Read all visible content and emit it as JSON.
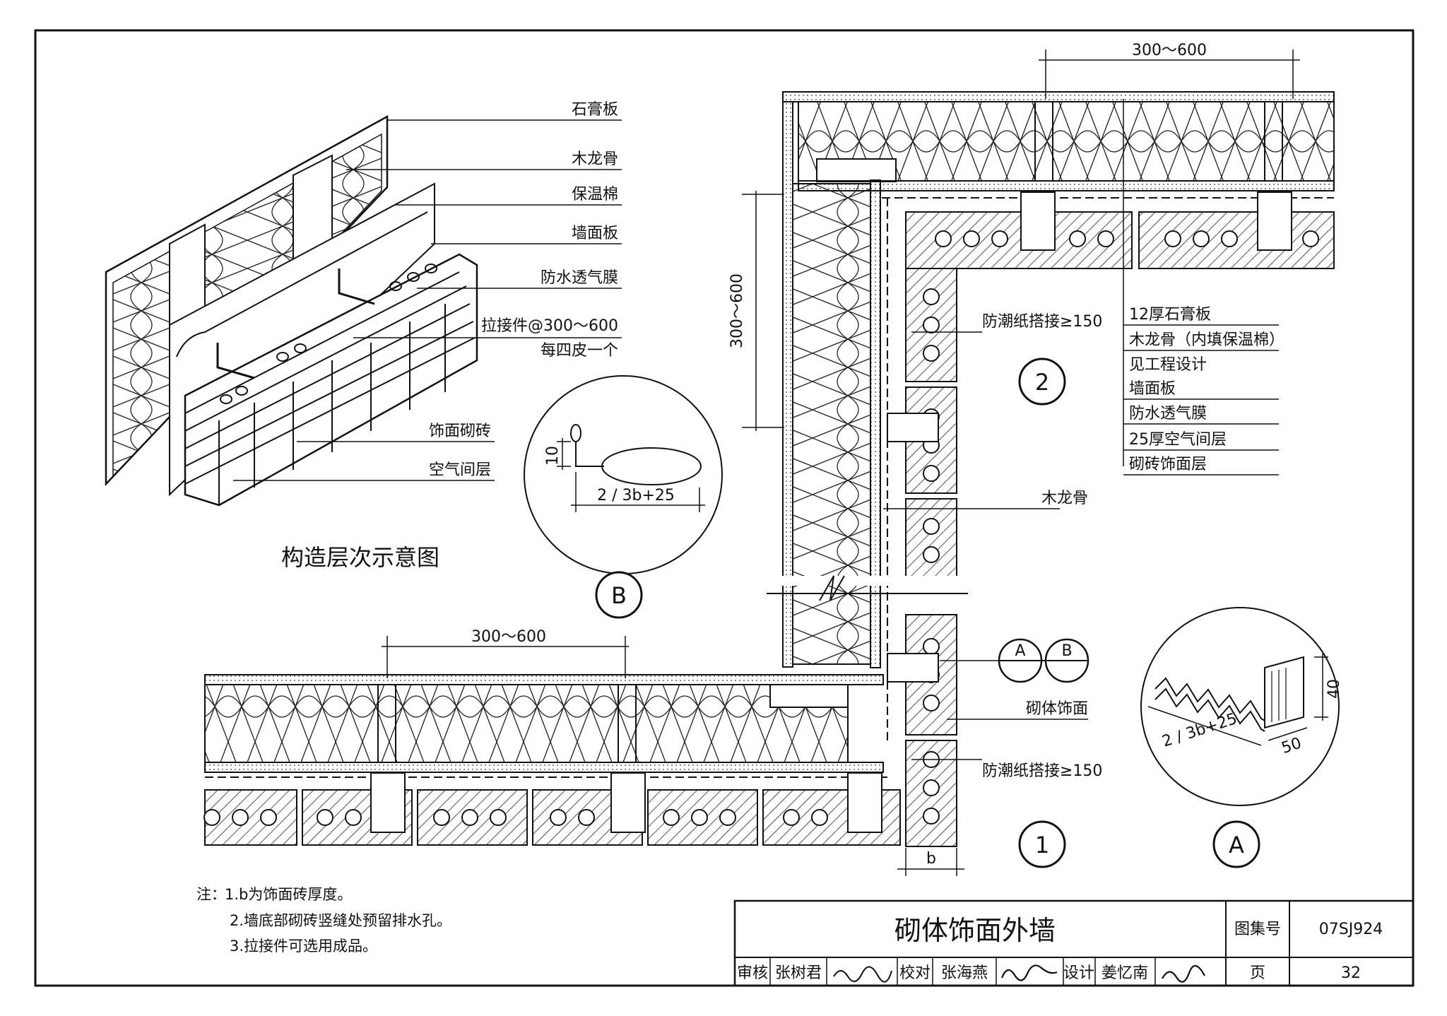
{
  "axonometric": {
    "caption": "构造层次示意图",
    "labels": {
      "gypsum": "石膏板",
      "stud": "木龙骨",
      "insulation": "保温棉",
      "sheathing": "墙面板",
      "membrane": "防水透气膜",
      "tie_line1": "拉接件@300～600",
      "tie_line2": "每四皮一个",
      "veneer": "饰面砌砖",
      "air_gap": "空气间层"
    }
  },
  "detail_b": {
    "marker": "B",
    "dim_10": "10",
    "dim_len": "2 / 3b+25"
  },
  "detail_a": {
    "marker": "A",
    "dim_len": "2 / 3b+25",
    "dim_40": "40",
    "dim_50": "50"
  },
  "plan": {
    "top_spacing": "300～600",
    "side_spacing": "300～600",
    "bottom_spacing": "300～600",
    "lap_top": "防潮纸搭接≥150",
    "lap_bottom": "防潮纸搭接≥150",
    "marker_1": "1",
    "marker_2": "2",
    "stud_label": "木龙骨",
    "veneer_label": "砌体饰面",
    "callout_a": "A",
    "callout_b": "B",
    "dim_b": "b",
    "layers": [
      "12厚石膏板",
      "木龙骨（内填保温棉）",
      "见工程设计",
      "墙面板",
      "防水透气膜",
      "25厚空气间层",
      "砌砖饰面层"
    ]
  },
  "notes": {
    "prefix": "注：",
    "items": [
      "1.b为饰面砖厚度。",
      "2.墙底部砌砖竖缝处预留排水孔。",
      "3.拉接件可选用成品。"
    ]
  },
  "title_block": {
    "title": "砌体饰面外墙",
    "atlas_label": "图集号",
    "atlas_no": "07SJ924",
    "review_label": "审核",
    "reviewer": "张树君",
    "check_label": "校对",
    "checker": "张海燕",
    "design_label": "设计",
    "designer": "姜忆南",
    "page_label": "页",
    "page_no": "32"
  }
}
